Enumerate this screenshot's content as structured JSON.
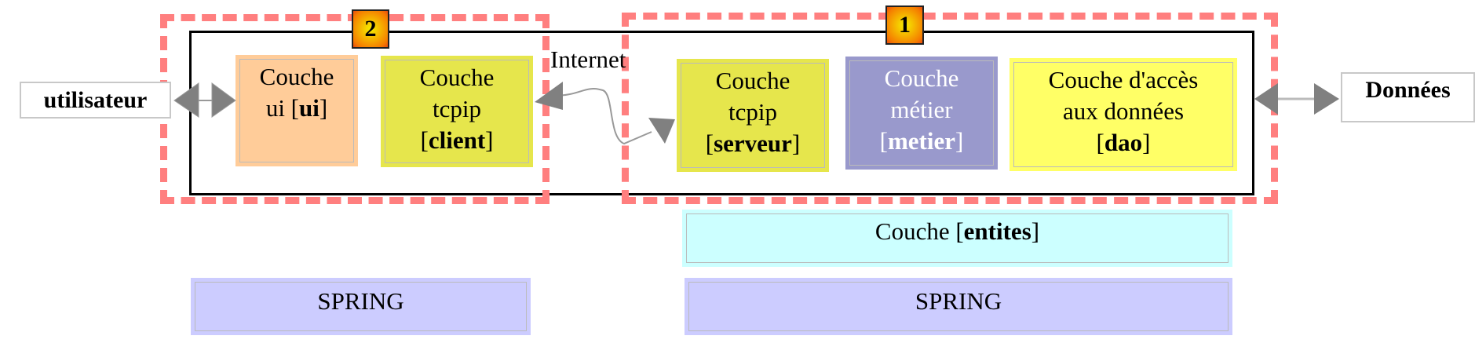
{
  "external": {
    "user": "utilisateur",
    "data": "Données"
  },
  "internet_label": "Internet",
  "badges": {
    "client_side": "2",
    "server_side": "1"
  },
  "layers": {
    "ui": {
      "line1": "Couche",
      "line2_prefix": "ui [",
      "name": "ui",
      "suffix": "]"
    },
    "tcpip_client": {
      "line1": "Couche",
      "line2": "tcpip",
      "prefix": "[",
      "name": "client",
      "suffix": "]"
    },
    "tcpip_server": {
      "line1": "Couche",
      "line2": "tcpip",
      "prefix": "[",
      "name": "serveur",
      "suffix": "]"
    },
    "metier": {
      "line1": "Couche",
      "line2": "métier",
      "prefix": "[",
      "name": "metier",
      "suffix": "]"
    },
    "dao": {
      "line1": "Couche d'accès",
      "line2": "aux données",
      "prefix": "[",
      "name": "dao",
      "suffix": "]"
    },
    "entites": {
      "prefix": "Couche [",
      "name": "entites",
      "suffix": "]"
    }
  },
  "spring": {
    "left": "SPRING",
    "right": "SPRING"
  },
  "colors": {
    "ui": "#ffcc99",
    "tcpip": "#e6e64c",
    "metier": "#9999cc",
    "dao": "#ffff66",
    "entites": "#ccffff",
    "spring": "#ccccff",
    "dash": "#ff7f7f"
  }
}
